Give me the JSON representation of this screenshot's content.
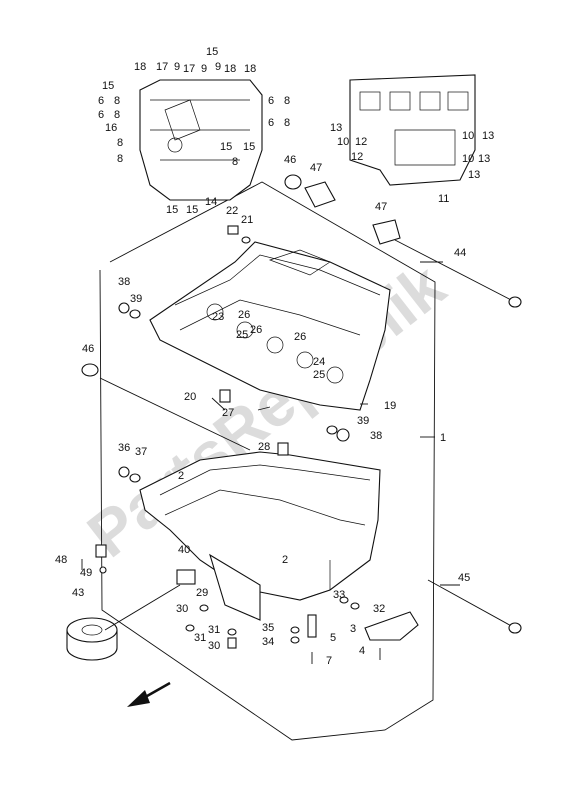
{
  "diagram": {
    "watermark": "PartsRepublik",
    "callouts": [
      "1",
      "2",
      "3",
      "4",
      "5",
      "6",
      "7",
      "8",
      "9",
      "10",
      "11",
      "12",
      "13",
      "14",
      "15",
      "16",
      "17",
      "18",
      "19",
      "20",
      "21",
      "22",
      "23",
      "24",
      "25",
      "26",
      "27",
      "28",
      "29",
      "30",
      "31",
      "32",
      "33",
      "34",
      "35",
      "36",
      "37",
      "38",
      "39",
      "40",
      "43",
      "44",
      "45",
      "46",
      "47",
      "48",
      "49"
    ]
  }
}
